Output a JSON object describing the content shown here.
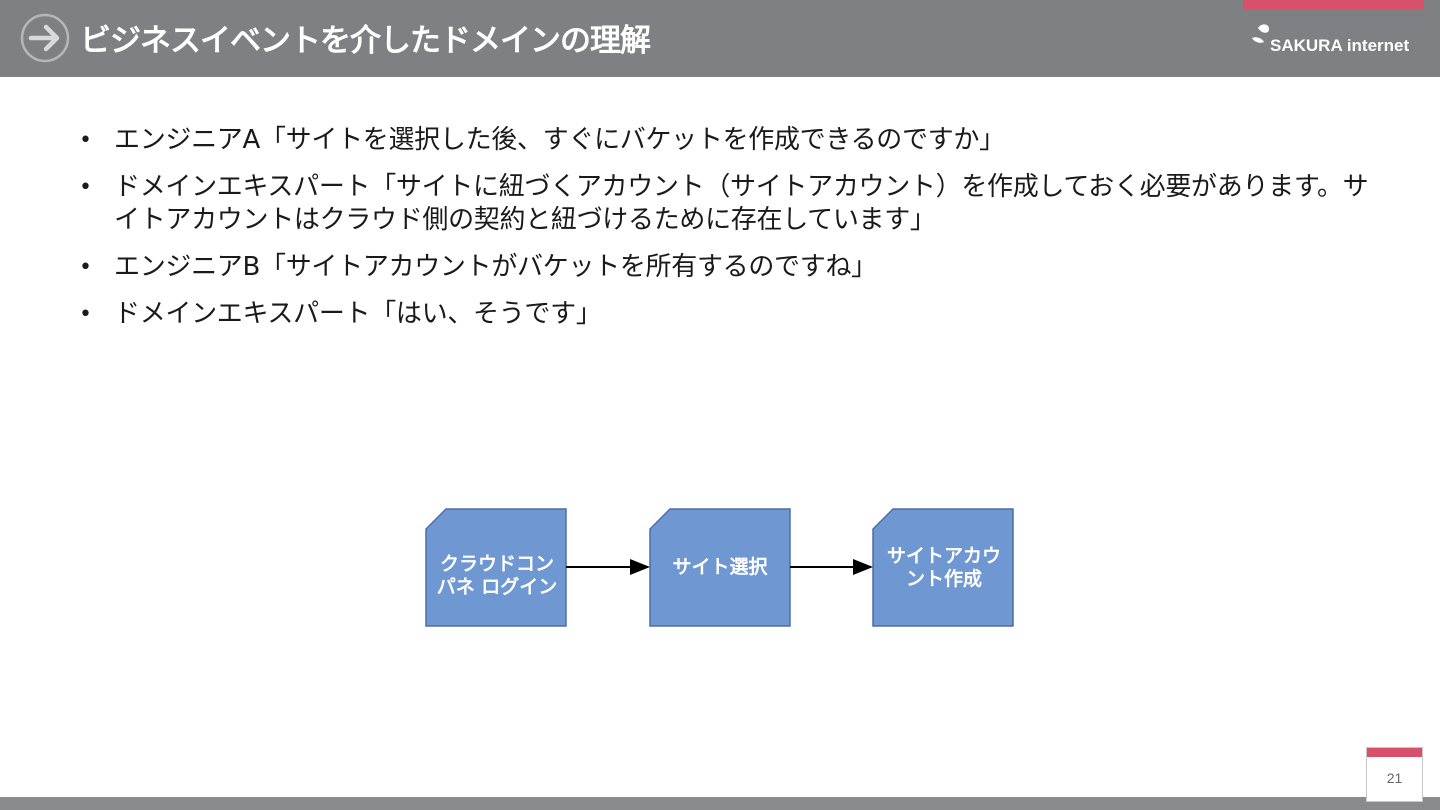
{
  "colors": {
    "header_bg": "#7f8083",
    "accent": "#d9506c",
    "node_fill": "#6f98d2",
    "node_stroke": "#4a6ea6"
  },
  "header": {
    "title": "ビジネスイベントを介したドメインの理解",
    "nav_icon": "arrow-right-circle-icon",
    "logo_text": "SAKURA internet"
  },
  "bullets": [
    "エンジニアA「サイトを選択した後、すぐにバケットを作成できるのですか」",
    "ドメインエキスパート「サイトに紐づくアカウント（サイトアカウント）を作成しておく必要があります。サイトアカウントはクラウド側の契約と紐づけるために存在しています」",
    "エンジニアB「サイトアカウントがバケットを所有するのですね」",
    "ドメインエキスパート「はい、そうです」"
  ],
  "diagram": {
    "nodes": [
      "クラウドコンパネ ログイン",
      "サイト選択",
      "サイトアカウント作成"
    ]
  },
  "footer": {
    "page_number": "21"
  }
}
